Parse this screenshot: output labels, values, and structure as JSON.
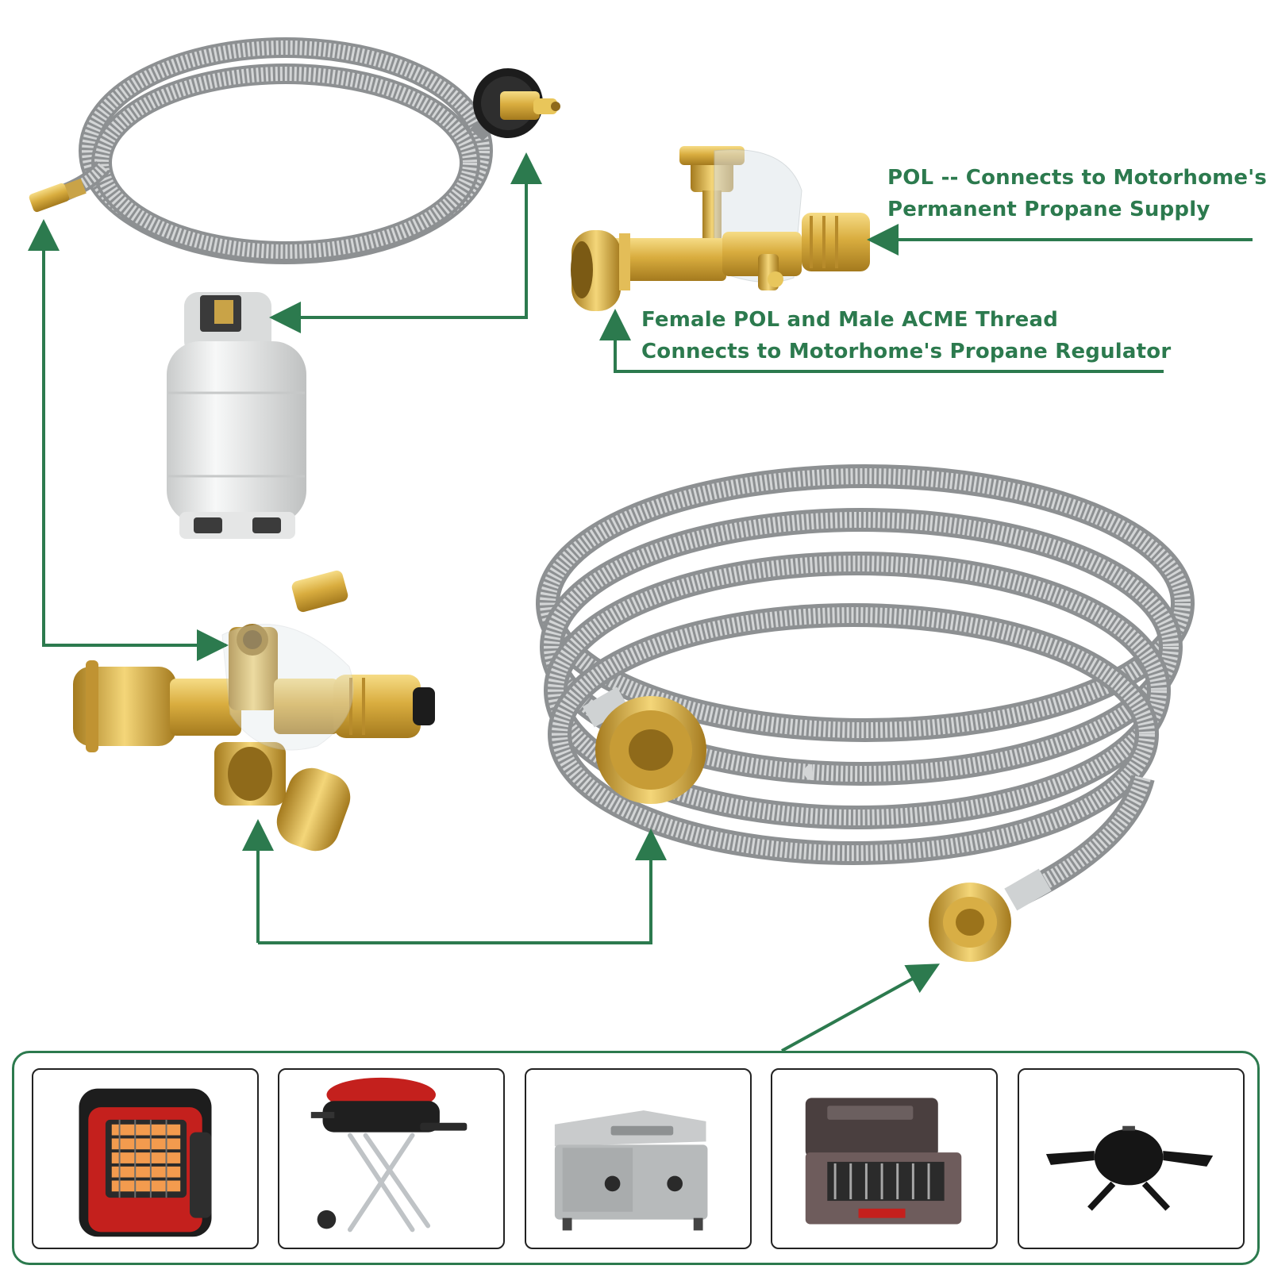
{
  "labels": {
    "pol_line1": "POL -- Connects to Motorhome's",
    "pol_line2": "Permanent Propane Supply",
    "female_line1": "Female POL and Male ACME Thread",
    "female_line2": "Connects to Motorhome's Propane Regulator"
  },
  "colors": {
    "arrow_green": "#2c7a4e",
    "brass": "#d9ad3f",
    "hose_steel": "#b9bcbd",
    "tank_white": "#eceded",
    "heater_red": "#c4201d"
  },
  "appliances": [
    {
      "icon": "portable-heater-icon"
    },
    {
      "icon": "portable-grill-stand-icon"
    },
    {
      "icon": "tabletop-grill-icon"
    },
    {
      "icon": "camp-stove-icon"
    },
    {
      "icon": "small-grill-icon"
    }
  ]
}
